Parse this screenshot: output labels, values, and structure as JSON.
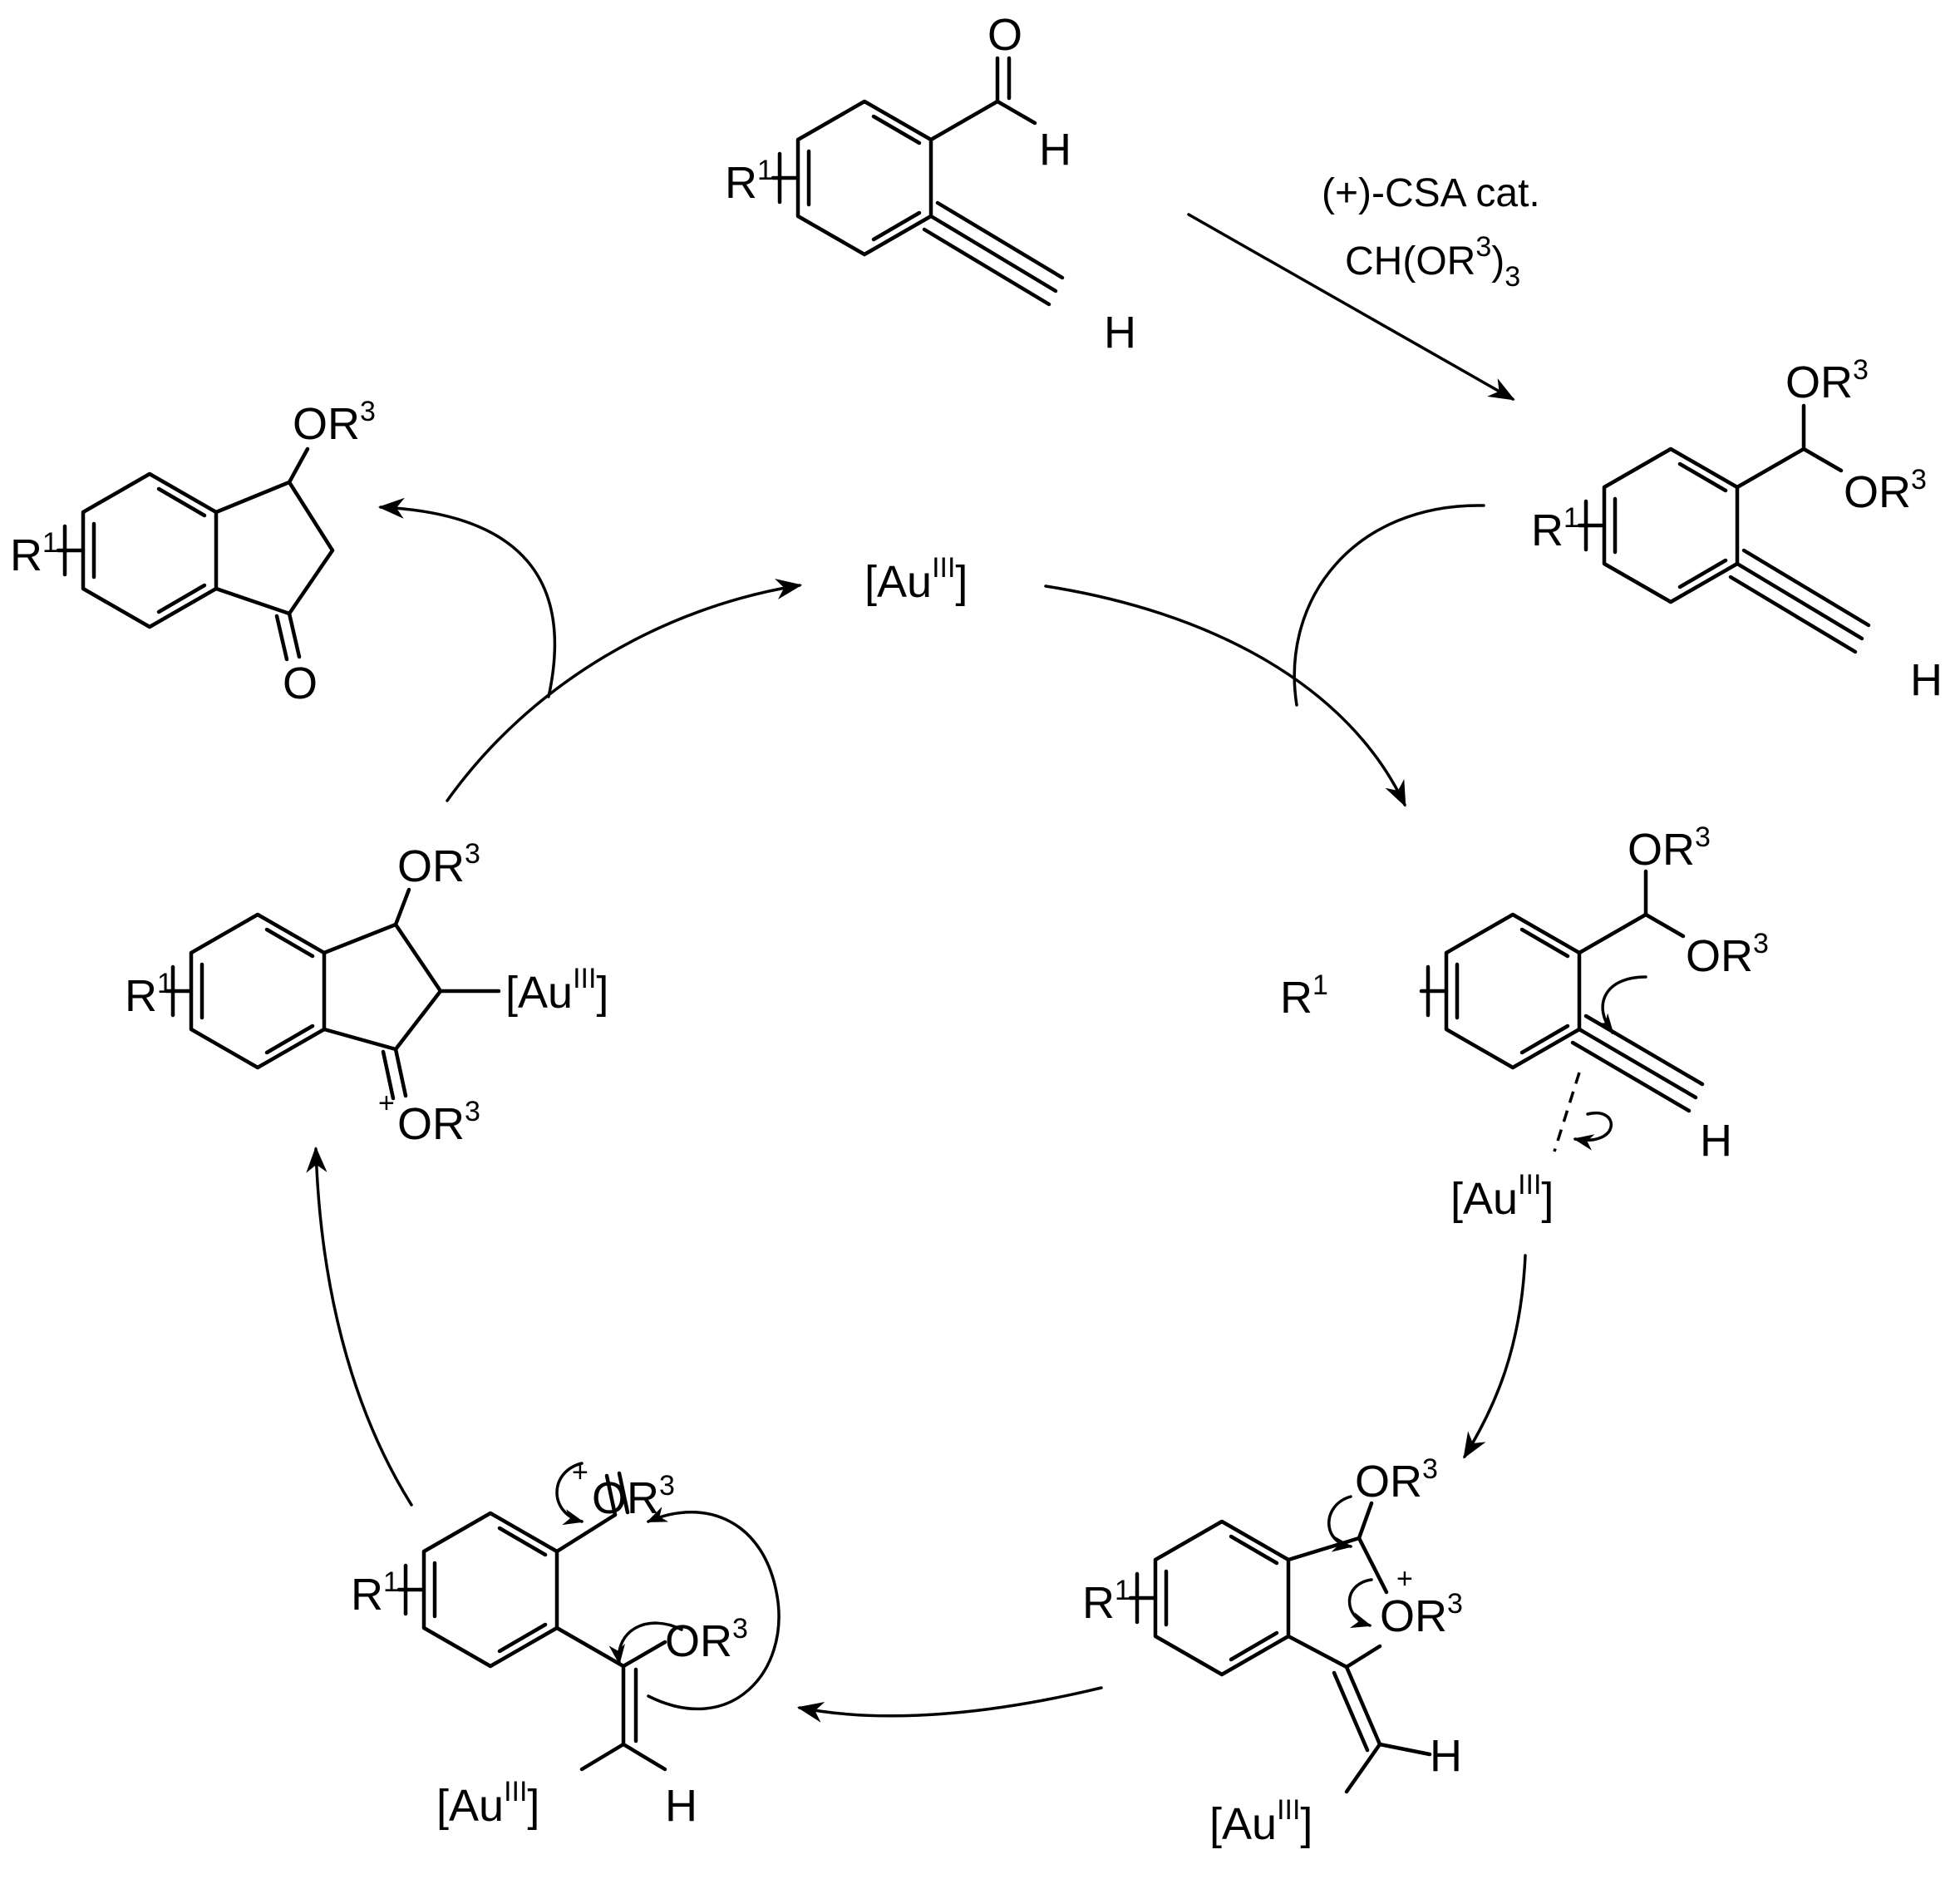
{
  "conditions": {
    "line1": "(+)-CSA cat.",
    "line2_main": "CH(OR",
    "line2_sup": "3",
    "line2_close": ")",
    "line2_sub": "3"
  },
  "labels": {
    "O": "O",
    "H": "H",
    "R": "R",
    "one": "1",
    "OR": "OR",
    "three": "3",
    "plus": "+",
    "au_open": "[Au",
    "au_sup": "III",
    "au_close": "]"
  },
  "catalyst": {
    "open": "[Au",
    "sup": "III",
    "close": "]"
  }
}
